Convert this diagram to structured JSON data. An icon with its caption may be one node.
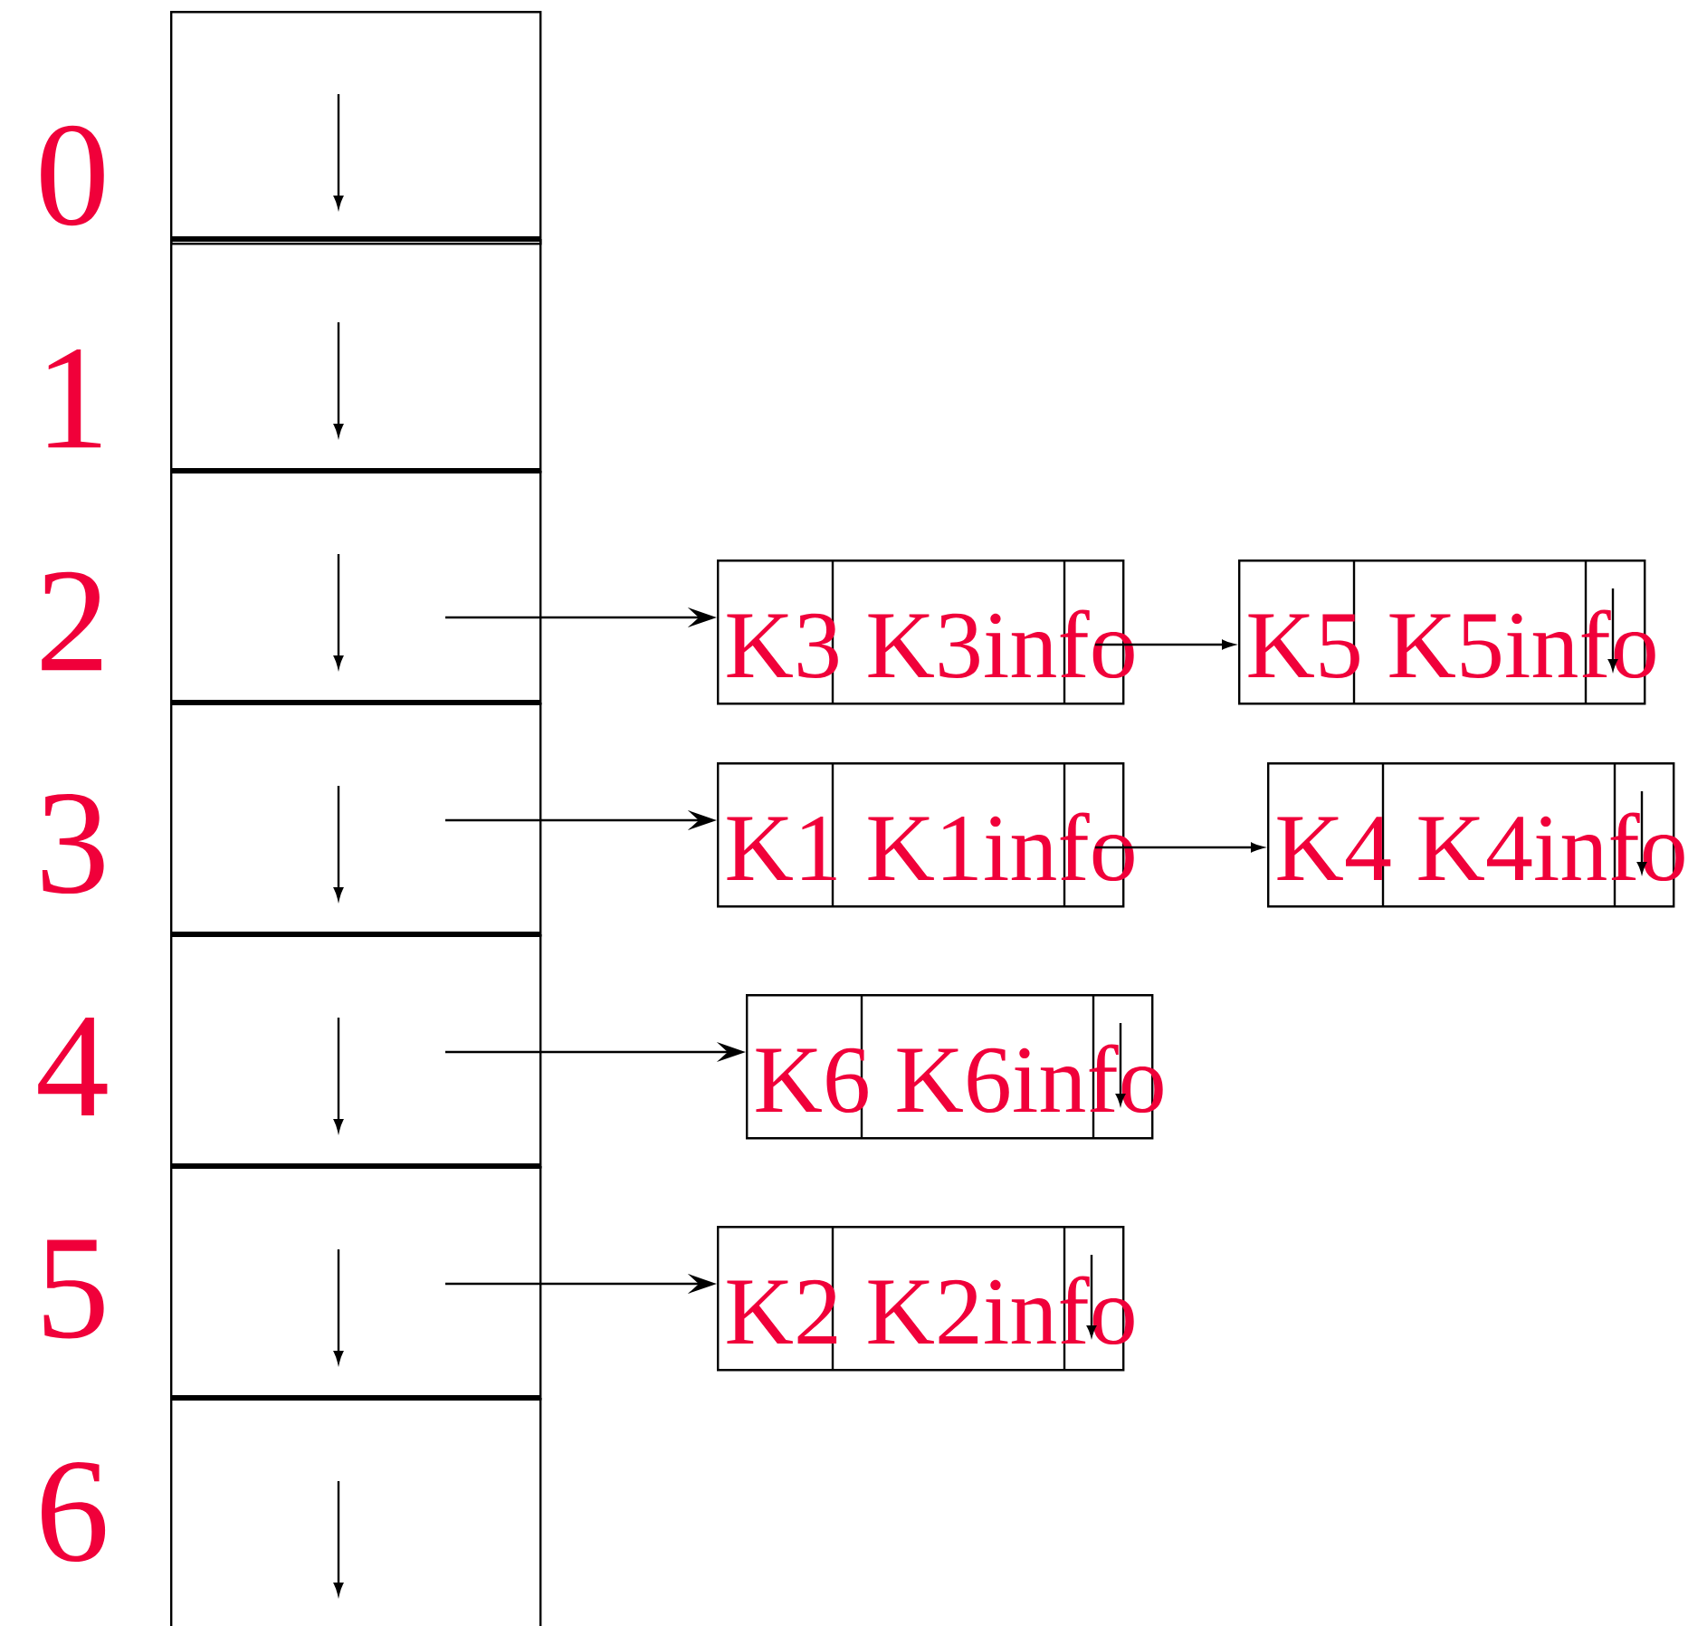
{
  "diagram": {
    "nodes": [
      {
        "text": [],
        "shape": "box",
        "beside": [
          "0"
        ]
      },
      {
        "text": [],
        "shape": "box",
        "beside": [
          "1"
        ]
      },
      {
        "text": [],
        "shape": "box",
        "beside": [
          "2"
        ]
      },
      {
        "text": [],
        "shape": "box",
        "beside": [
          "3"
        ]
      },
      {
        "text": [],
        "shape": "box",
        "beside": [
          "4"
        ]
      },
      {
        "text": [],
        "shape": "box",
        "beside": [
          "5"
        ]
      },
      {
        "text": [],
        "shape": "box",
        "beside": [
          "6"
        ]
      },
      {
        "text": [
          "K3",
          "K3info"
        ]
      },
      {
        "text": [
          "K5",
          "K5info"
        ]
      },
      {
        "text": [
          "K1",
          "K1info"
        ]
      },
      {
        "text": [
          "K4",
          "K4info"
        ]
      },
      {
        "text": [
          "K6",
          "K6info"
        ]
      },
      {
        "text": [
          "K2",
          "K2info"
        ]
      }
    ],
    "edges": [
      {
        "from": 2,
        "to": 7,
        "arrow": "to"
      },
      {
        "from": 7,
        "to": 8,
        "arrow": "to"
      },
      {
        "from": 3,
        "to": 9,
        "arrow": "to"
      },
      {
        "from": 9,
        "to": 10,
        "arrow": "to"
      },
      {
        "from": 4,
        "to": 11,
        "arrow": "to"
      },
      {
        "from": 5,
        "to": 12,
        "arrow": "to"
      }
    ]
  }
}
